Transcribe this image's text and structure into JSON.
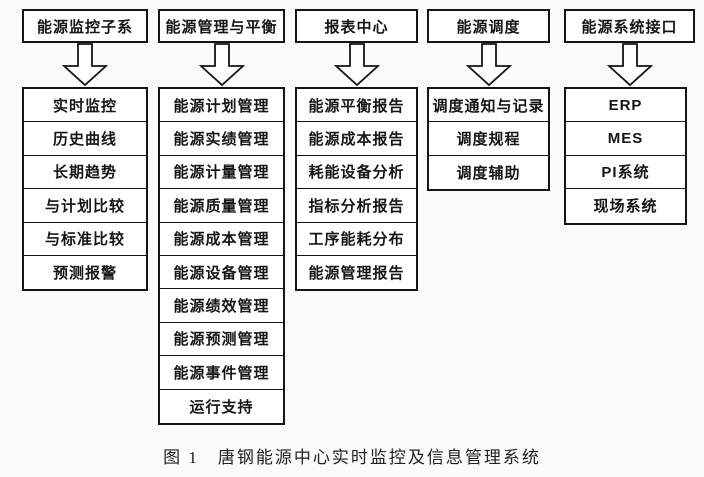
{
  "figure": {
    "caption": "图 1　唐钢能源中心实时监控及信息管理系统"
  },
  "columns": [
    {
      "header": "能源监控子系",
      "items": [
        "实时监控",
        "历史曲线",
        "长期趋势",
        "与计划比较",
        "与标准比较",
        "预测报警"
      ]
    },
    {
      "header": "能源管理与平衡",
      "items": [
        "能源计划管理",
        "能源实绩管理",
        "能源计量管理",
        "能源质量管理",
        "能源成本管理",
        "能源设备管理",
        "能源绩效管理",
        "能源预测管理",
        "能源事件管理",
        "运行支持"
      ]
    },
    {
      "header": "报表中心",
      "items": [
        "能源平衡报告",
        "能源成本报告",
        "耗能设备分析",
        "指标分析报告",
        "工序能耗分布",
        "能源管理报告"
      ]
    },
    {
      "header": "能源调度",
      "items": [
        "调度通知与记录",
        "调度规程",
        "调度辅助"
      ]
    },
    {
      "header": "能源系统接口",
      "items": [
        "ERP",
        "MES",
        "PI系统",
        "现场系统"
      ]
    }
  ],
  "colors": {
    "border": "#151515",
    "box_fill": "#ffffff",
    "background": "#fbfbfb",
    "text": "#151515"
  }
}
